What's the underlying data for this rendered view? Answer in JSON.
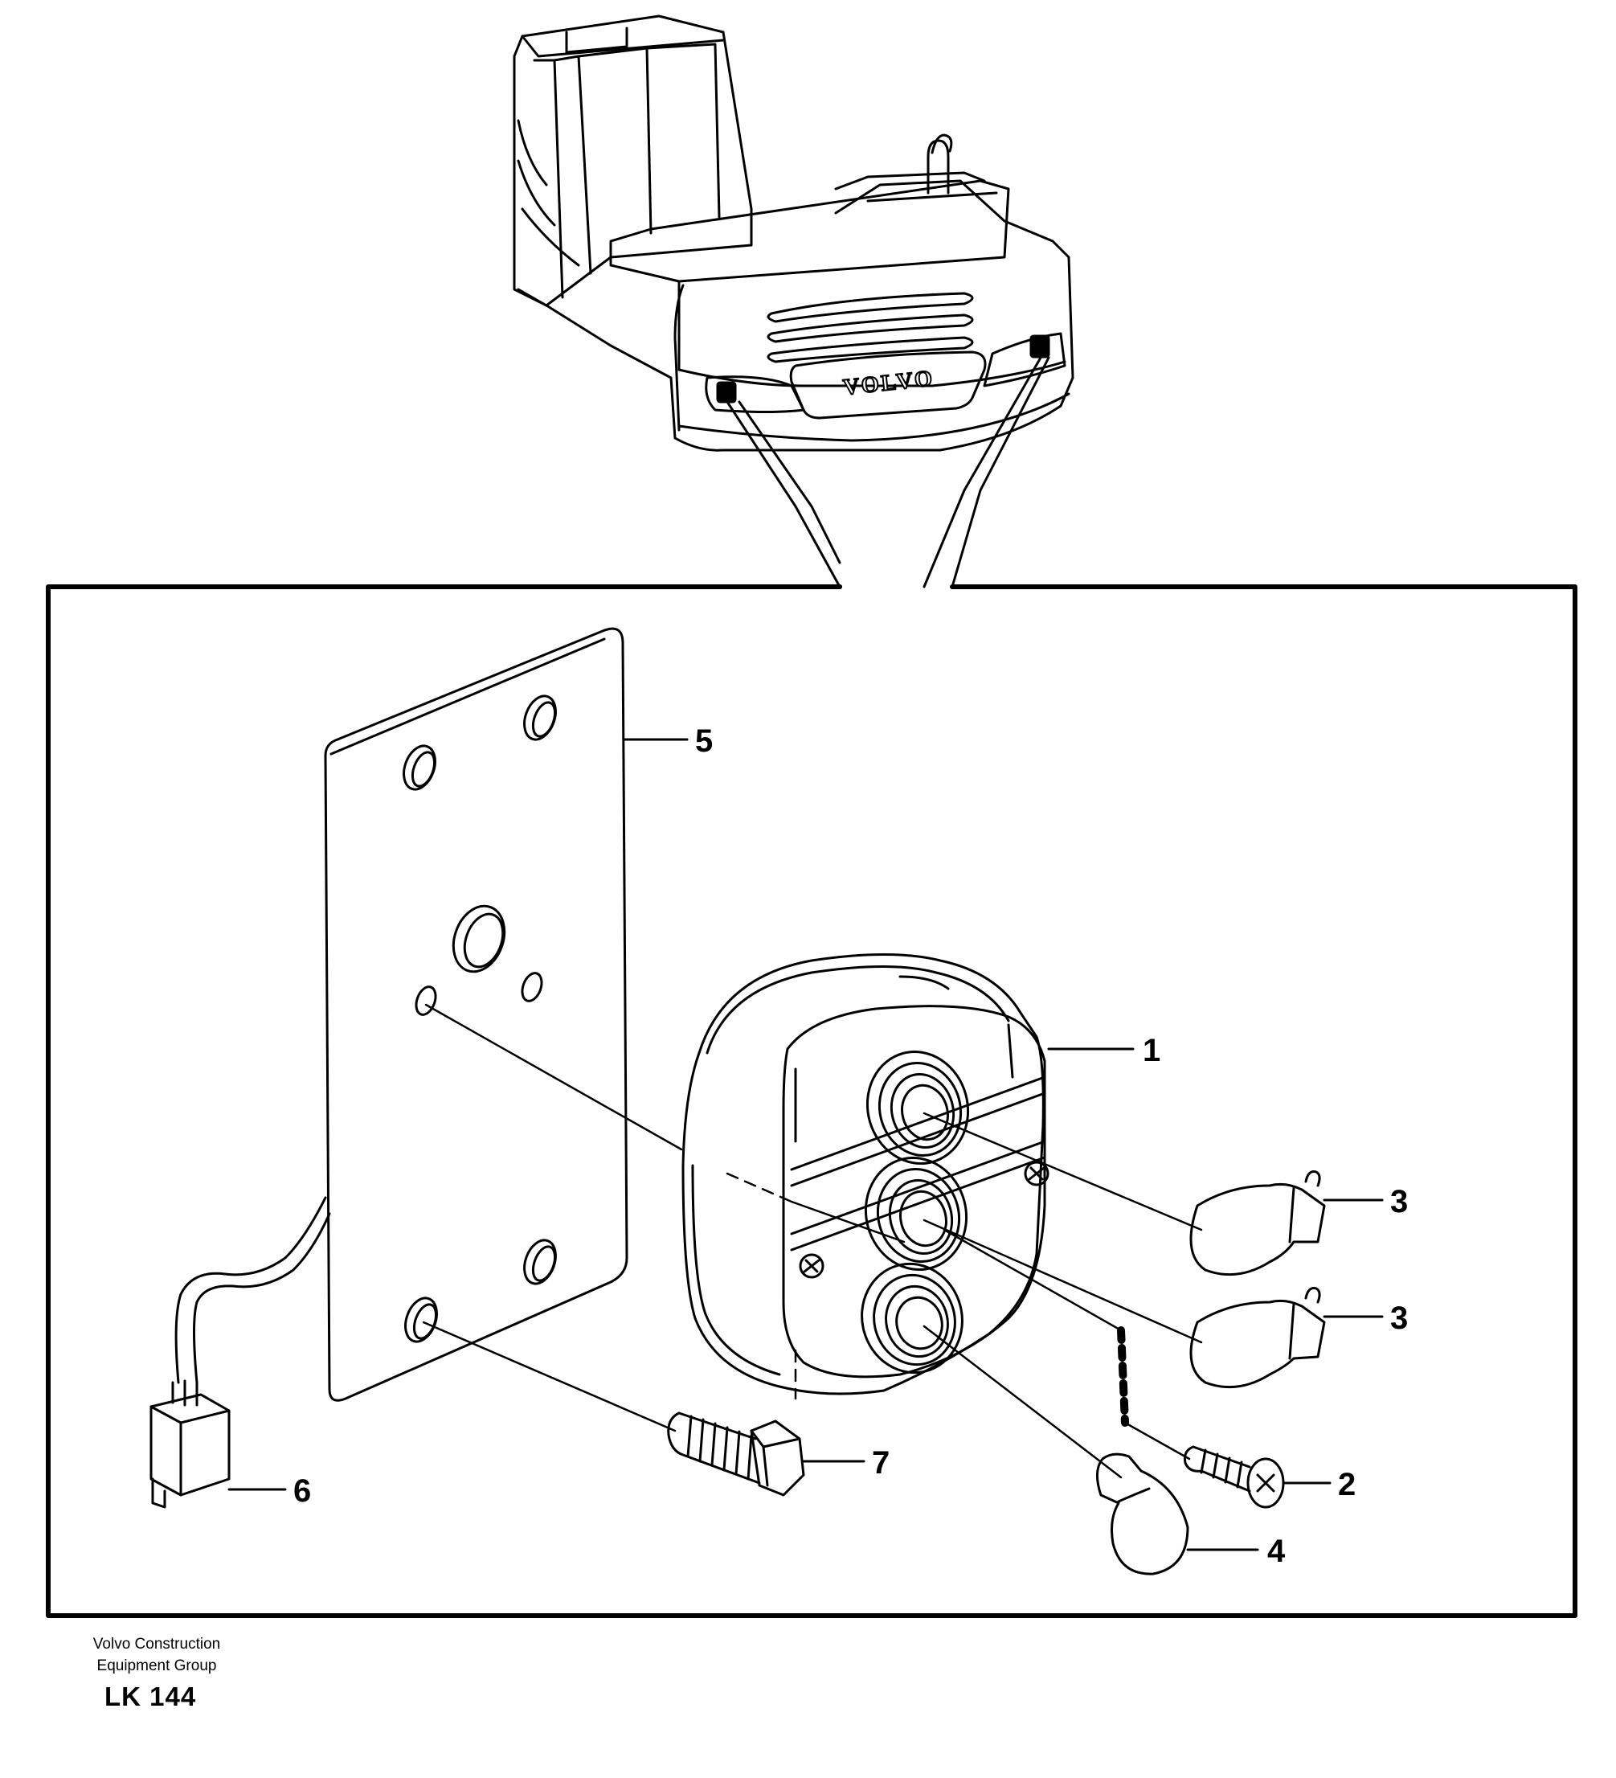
{
  "machine": {
    "brand_badge": "VOLVO"
  },
  "callouts": [
    {
      "id": "1",
      "label": "1"
    },
    {
      "id": "2",
      "label": "2"
    },
    {
      "id": "3a",
      "label": "3"
    },
    {
      "id": "3b",
      "label": "3"
    },
    {
      "id": "4",
      "label": "4"
    },
    {
      "id": "5",
      "label": "5"
    },
    {
      "id": "6",
      "label": "6"
    },
    {
      "id": "7",
      "label": "7"
    }
  ],
  "footer": {
    "company_line1": "Volvo Construction",
    "company_line2": "Equipment Group",
    "reference_code": "LK 144"
  }
}
